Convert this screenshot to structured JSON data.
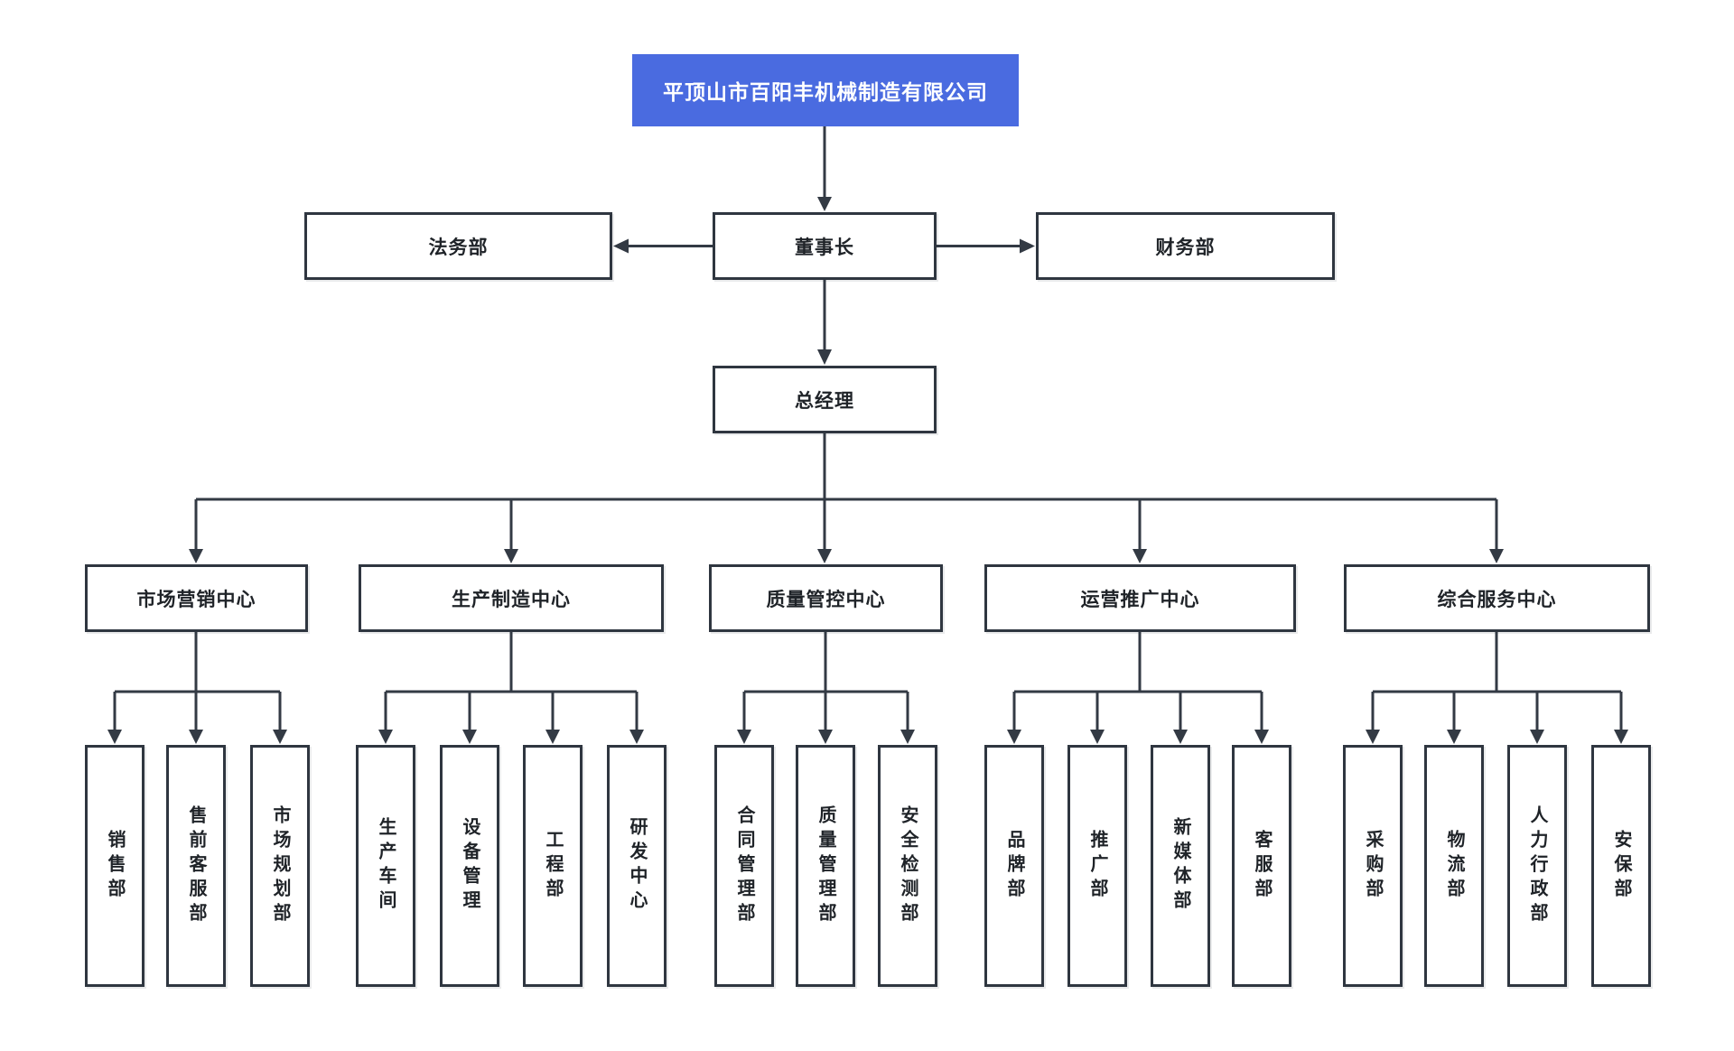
{
  "org": {
    "root": {
      "label": "平顶山市百阳丰机械制造有限公司"
    },
    "level2": [
      {
        "label": "法务部"
      },
      {
        "label": "董事长"
      },
      {
        "label": "财务部"
      }
    ],
    "level3": {
      "label": "总经理"
    },
    "centers": [
      {
        "label": "市场营销中心",
        "departments": [
          "销售部",
          "售前客服部",
          "市场规划部"
        ]
      },
      {
        "label": "生产制造中心",
        "departments": [
          "生产车间",
          "设备管理",
          "工程部",
          "研发中心"
        ]
      },
      {
        "label": "质量管控中心",
        "departments": [
          "合同管理部",
          "质量管理部",
          "安全检测部"
        ]
      },
      {
        "label": "运营推广中心",
        "departments": [
          "品牌部",
          "推广部",
          "新媒体部",
          "客服部"
        ]
      },
      {
        "label": "综合服务中心",
        "departments": [
          "采购部",
          "物流部",
          "人力行政部",
          "安保部"
        ]
      }
    ]
  },
  "colors": {
    "root_fill": "#4a6be0",
    "root_text": "#ffffff",
    "box_fill": "#ffffff",
    "box_border": "#2f3640",
    "line": "#333a44",
    "text": "#1f2328",
    "background": "#ffffff"
  }
}
